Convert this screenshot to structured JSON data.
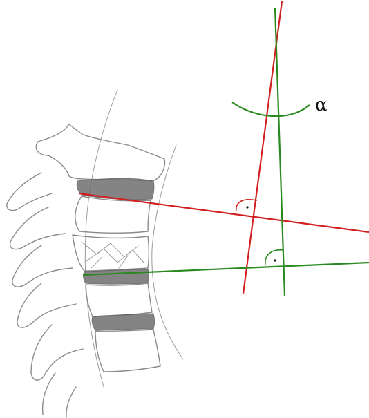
{
  "diagram": {
    "angle_label": "α",
    "colors": {
      "red_line": "#d21f1f",
      "green_line": "#2a8a1f",
      "sketch": "#8a8a8a",
      "background": "#ffffff"
    },
    "elements": [
      "cervical-spine-sketch",
      "upper-endplate-red-line",
      "red-perpendicular-line",
      "lower-endplate-green-line",
      "green-perpendicular-line",
      "angle-arc",
      "right-angle-markers"
    ]
  }
}
